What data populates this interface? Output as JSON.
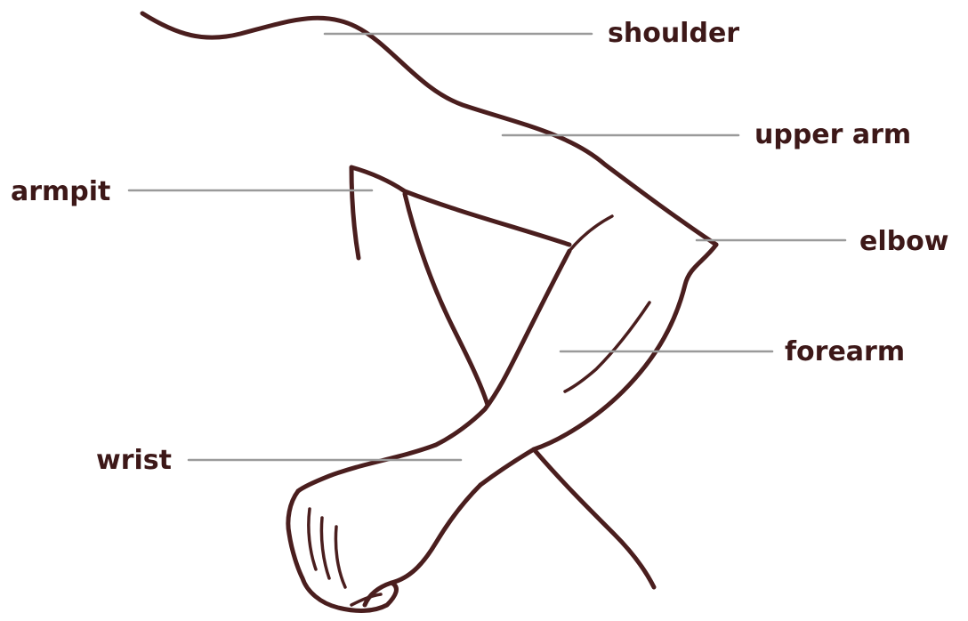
{
  "labels": {
    "shoulder": "shoulder",
    "upper_arm": "upper arm",
    "armpit": "armpit",
    "elbow": "elbow",
    "forearm": "forearm",
    "wrist": "wrist"
  },
  "colors": {
    "outline": "#4a1e1e",
    "leader_line": "#9a9a9a",
    "label_text": "#3d1818",
    "background": "#ffffff"
  }
}
